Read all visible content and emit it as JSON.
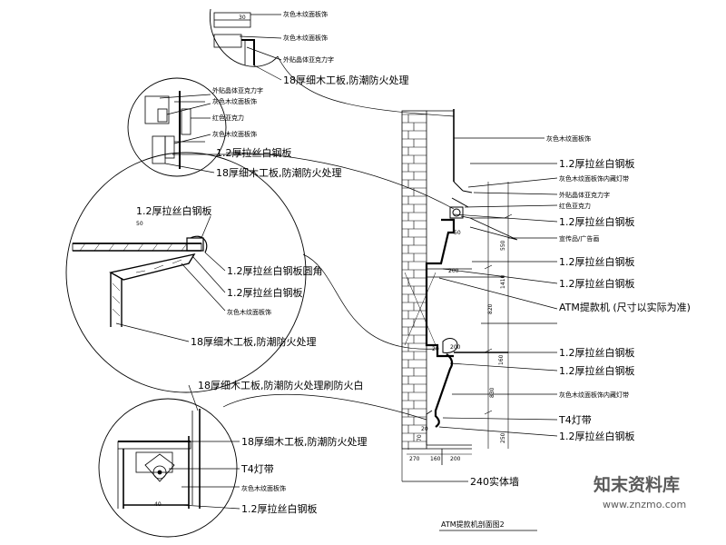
{
  "title": "ATM提款机剖面图2",
  "labels": {
    "top_detail": {
      "a": "灰色木纹面板饰",
      "b": "灰色木纹面板饰",
      "c": "外贴晶体亚克力字",
      "d": "18厚细木工板,防潮防火处理"
    },
    "sign_detail": {
      "a": "外贴晶体亚克力字",
      "b": "灰色木纹面板饰",
      "c": "红色亚克力",
      "d": "灰色木纹面板饰",
      "e": "1.2厚拉丝白钢板",
      "f": "18厚细木工板,防潮防火处理"
    },
    "mid_detail": {
      "a": "1.2厚拉丝白钢板",
      "b": "1.2厚拉丝白钢板圆角",
      "c": "1.2厚拉丝白钢板",
      "d": "灰色木纹面板饰",
      "e": "18厚细木工板,防潮防火处理"
    },
    "bottom_detail": {
      "a": "18厚细木工板,防潮防火处理刷防火白",
      "b": "18厚细木工板,防潮防火处理",
      "c": "T4灯带",
      "d": "灰色木纹面板饰",
      "e": "1.2厚拉丝白钢板"
    },
    "section": {
      "a": "灰色木纹面板饰",
      "b": "1.2厚拉丝白钢板",
      "c": "灰色木纹面板饰内藏灯带",
      "d": "外贴晶体亚克力字",
      "e": "红色亚克力",
      "f": "1.2厚拉丝白钢板",
      "g": "宣传品/广告画",
      "h": "1.2厚拉丝白钢板",
      "i": "1.2厚拉丝白钢板",
      "j": "ATM提款机 (尺寸以实际为准)",
      "k": "1.2厚拉丝白钢板",
      "l": "1.2厚拉丝白钢板",
      "m": "灰色木纹面板饰内藏灯带",
      "n": "T4灯带",
      "o": "1.2厚拉丝白钢板",
      "p": "240实体墙"
    }
  },
  "dims": {
    "d30": "30",
    "d50": "50",
    "d40": "40",
    "d550": "550",
    "d1410": "1410",
    "d200a": "200",
    "d820": "820",
    "d50b": "50",
    "d200b": "200",
    "d160": "160",
    "d250": "250",
    "d830": "830",
    "d20": "20",
    "d70": "70",
    "d20b": "20",
    "d270": "270",
    "d160b": "160",
    "d200c": "200"
  },
  "watermark": {
    "brand": "知末资料库",
    "url": "www.znzmo.com"
  }
}
